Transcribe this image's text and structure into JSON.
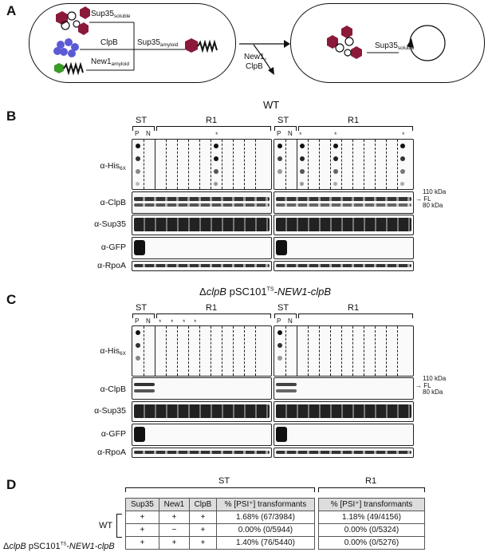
{
  "panels": {
    "A": "A",
    "B": "B",
    "C": "C",
    "D": "D"
  },
  "panel_a": {
    "sup35_soluble": "Sup35",
    "soluble_sub": "soluble",
    "clpb": "ClpB",
    "new1_amyloid": "New1",
    "amyloid_sub": "amyloid",
    "sup35_amyloid": "Sup35",
    "arrow_label_1": "New1,",
    "arrow_label_2": "ClpB",
    "right_sup35": "Sup35",
    "right_sub": "soluble"
  },
  "panel_b": {
    "title": "WT",
    "st": "ST",
    "r1": "R1",
    "p": "P",
    "n": "N",
    "his": "α-His",
    "his_sub": "6X",
    "clpb": "α-ClpB",
    "sup35": "α-Sup35",
    "gfp": "α-GFP",
    "rpoa": "α-RpoA",
    "kda110": "110 kDa",
    "fl": "FL",
    "kda80": "80 kDa"
  },
  "panel_c": {
    "title_prefix": "Δ",
    "title_gene": "clpB",
    "title_plasmid": " pSC101",
    "title_ts": "TS",
    "title_suffix": "-NEW1-clpB",
    "st": "ST",
    "r1": "R1",
    "p": "P",
    "n": "N",
    "his": "α-His",
    "his_sub": "6X",
    "clpb": "α-ClpB",
    "sup35": "α-Sup35",
    "gfp": "α-GFP",
    "rpoa": "α-RpoA",
    "kda110": "110 kDa",
    "fl": "FL",
    "kda80": "80 kDa"
  },
  "panel_d": {
    "st_header": "ST",
    "r1_header": "R1",
    "col_sup35": "Sup35",
    "col_new1": "New1",
    "col_clpb": "ClpB",
    "col_pct": "% [PSI⁺] transformants",
    "col_pct_r1": "% [PSI⁺] transformants",
    "wt_label": "WT",
    "clpb_prefix": "Δ",
    "clpb_gene": "clpB",
    "clpb_plasmid": " pSC101",
    "clpb_ts": "TS",
    "clpb_suffix": "-NEW1-clpB",
    "rows": [
      {
        "sup35": "+",
        "new1": "+",
        "clpb": "+",
        "st": "1.68% (67/3984)",
        "r1": "1.18% (49/4156)"
      },
      {
        "sup35": "+",
        "new1": "−",
        "clpb": "+",
        "st": "0.00% (0/5944)",
        "r1": "0.00% (0/5324)"
      },
      {
        "sup35": "+",
        "new1": "+",
        "clpb": "+",
        "st": "1.40% (76/5440)",
        "r1": "0.00% (0/5276)"
      }
    ]
  },
  "colors": {
    "hexagon": "#8b1a3a",
    "clpb": "#5b5bd6",
    "new1_hex": "#3a9a2a"
  }
}
